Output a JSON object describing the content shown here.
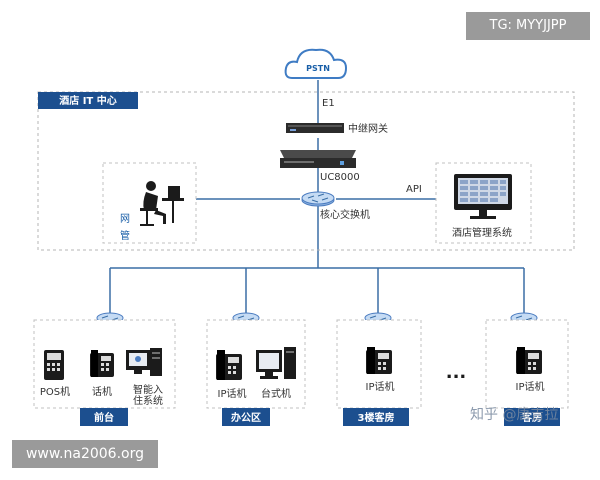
{
  "watermarks": {
    "top_right": "TG: MYYJJPP",
    "bottom_left": "www.na2006.org",
    "zhihu": "知乎 @唐吉拉"
  },
  "cloud": "PSTN",
  "center": {
    "title": "酒店 IT 中心",
    "e1": "E1",
    "gateway": "中继网关",
    "ucserver": "UC8000",
    "core_switch": "核心交换机",
    "api": "API",
    "netmgmt": "网\n管",
    "hotel_system": "酒店管理系统"
  },
  "groups": [
    {
      "tab": "前台",
      "items": [
        "POS机",
        "话机",
        "智能入住系统"
      ]
    },
    {
      "tab": "办公区",
      "items": [
        "IP话机",
        "台式机"
      ]
    },
    {
      "tab": "3楼客房",
      "items": [
        "IP话机"
      ]
    },
    {
      "tab": "客房",
      "items": [
        "IP话机"
      ]
    }
  ],
  "ellipsis": "...",
  "colors": {
    "tab": "#1c4f8f",
    "line": "#3a6ea5",
    "border": "#b4b4b4",
    "device": "#1b1b1b"
  }
}
